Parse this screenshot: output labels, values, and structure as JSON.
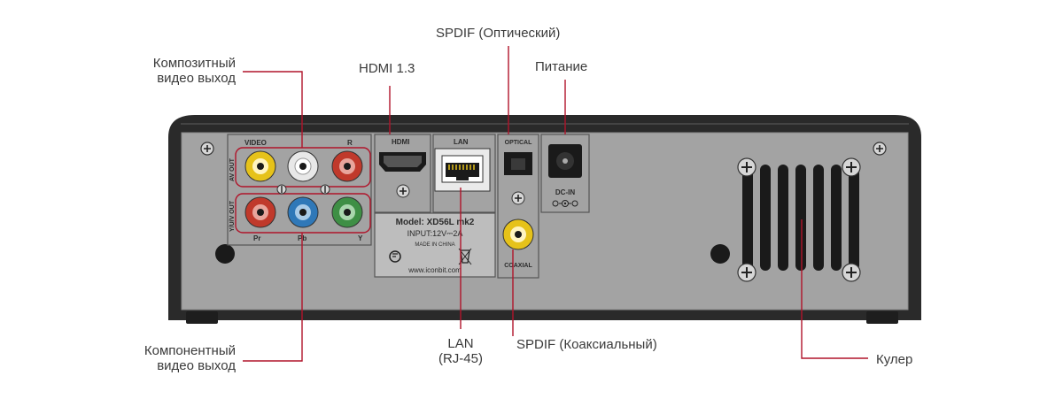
{
  "callouts": {
    "composite_video": {
      "line1": "Композитный",
      "line2": "видео выход"
    },
    "hdmi": "HDMI 1.3",
    "spdif_optical": "SPDIF (Оптический)",
    "power": "Питание",
    "component_video": {
      "line1": "Компонентный",
      "line2": "видео выход"
    },
    "lan": {
      "line1": "LAN",
      "line2": "(RJ-45)"
    },
    "spdif_coaxial": "SPDIF (Коаксиальный)",
    "cooler": "Кулер"
  },
  "panel_labels": {
    "video": "VIDEO",
    "r": "R",
    "av_out": "AV OUT",
    "yuv_out": "Y/U/V OUT",
    "pr": "Pr",
    "pb": "Pb",
    "y": "Y",
    "hdmi": "HDMI",
    "lan": "LAN",
    "optical": "OPTICAL",
    "coaxial": "COAXIAL",
    "dc_in": "DC-IN"
  },
  "sticker": {
    "model": "Model: XD56L mk2",
    "input": "INPUT:12V⎓2A",
    "made_in": "MADE IN CHINA",
    "url": "www.iconbit.com"
  },
  "colors": {
    "callout_line": "#b0142a",
    "panel": "#a3a3a3",
    "case": "#2a2a2a",
    "rca_yellow": "#e6c21a",
    "rca_white": "#e8e8e8",
    "rca_red": "#c0392b",
    "rca_blue": "#2f78b8",
    "rca_green": "#3e8f45"
  }
}
